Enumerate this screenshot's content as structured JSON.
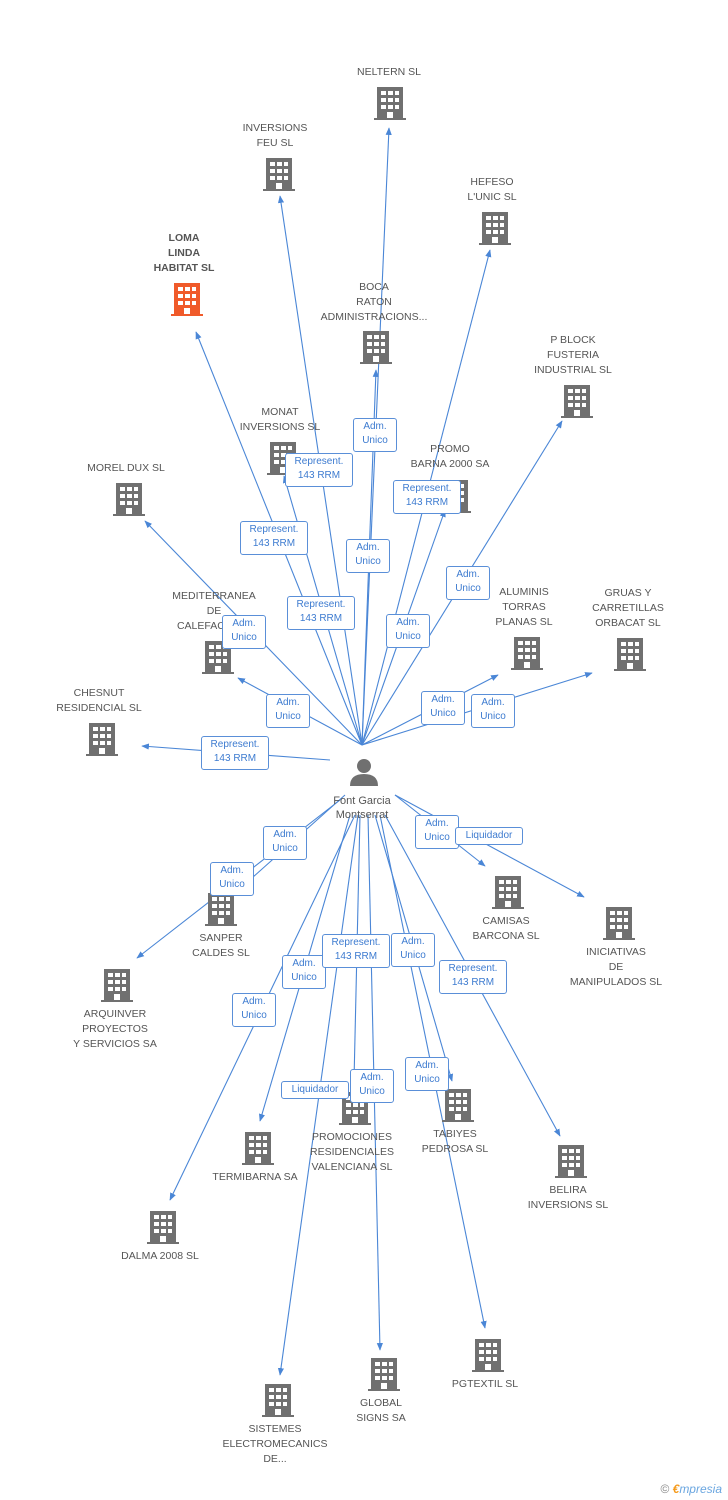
{
  "colors": {
    "edge": "#4a86d6",
    "building": "#707070",
    "highlight": "#f05a2a",
    "person": "#707070"
  },
  "center": {
    "name": "Font Garcia\nMontserrat",
    "icon": "person-icon"
  },
  "nodes": [
    {
      "id": "neltern",
      "label": "NELTERN SL",
      "icon": "building-icon"
    },
    {
      "id": "inversions-feu",
      "label": "INVERSIONS\nFEU SL",
      "icon": "building-icon"
    },
    {
      "id": "hefeso",
      "label": "HEFESO\nL'UNIC SL",
      "icon": "building-icon"
    },
    {
      "id": "loma-linda",
      "label": "LOMA\nLINDA\nHABITAT SL",
      "icon": "building-icon",
      "highlight": true
    },
    {
      "id": "boca-raton",
      "label": "BOCA\nRATON\nADMINISTRACIONS...",
      "icon": "building-icon"
    },
    {
      "id": "p-block",
      "label": "P BLOCK\nFUSTERIA\nINDUSTRIAL SL",
      "icon": "building-icon"
    },
    {
      "id": "monat",
      "label": "MONAT\nINVERSIONS SL",
      "icon": "building-icon"
    },
    {
      "id": "promo-barna",
      "label": "PROMO\nBARNA 2000 SA",
      "icon": "building-icon"
    },
    {
      "id": "morel-dux",
      "label": "MOREL DUX SL",
      "icon": "building-icon"
    },
    {
      "id": "mediterranea",
      "label": "MEDITERRANEA\nDE\nCALEFACCION",
      "icon": "building-icon"
    },
    {
      "id": "aluminis",
      "label": "ALUMINIS\nTORRAS\nPLANAS SL",
      "icon": "building-icon"
    },
    {
      "id": "gruas",
      "label": "GRUAS Y\nCARRETILLAS\nORBACAT SL",
      "icon": "building-icon"
    },
    {
      "id": "chesnut",
      "label": "CHESNUT\nRESIDENCIAL SL",
      "icon": "building-icon"
    },
    {
      "id": "sanper",
      "label": "SANPER\nCALDES SL",
      "icon": "building-icon"
    },
    {
      "id": "camisas",
      "label": "CAMISAS\nBARCONA SL",
      "icon": "building-icon"
    },
    {
      "id": "iniciativas",
      "label": "INICIATIVAS\nDE\nMANIPULADOS SL",
      "icon": "building-icon"
    },
    {
      "id": "arquinver",
      "label": "ARQUINVER\nPROYECTOS\nY SERVICIOS SA",
      "icon": "building-icon"
    },
    {
      "id": "promociones",
      "label": "PROMOCIONES\nRESIDENCIALES\nVALENCIANA SL",
      "icon": "building-icon"
    },
    {
      "id": "tabiyes",
      "label": "TABIYES\nPEDROSA SL",
      "icon": "building-icon"
    },
    {
      "id": "termibarna",
      "label": "TERMIBARNA SA",
      "icon": "building-icon"
    },
    {
      "id": "belira",
      "label": "BELIRA\nINVERSIONS SL",
      "icon": "building-icon"
    },
    {
      "id": "dalma",
      "label": "DALMA 2008 SL",
      "icon": "building-icon"
    },
    {
      "id": "pgtextil",
      "label": "PGTEXTIL SL",
      "icon": "building-icon"
    },
    {
      "id": "global-signs",
      "label": "GLOBAL\nSIGNS SA",
      "icon": "building-icon"
    },
    {
      "id": "sistemes",
      "label": "SISTEMES\nELECTROMECANICS\nDE...",
      "icon": "building-icon"
    }
  ],
  "edge_labels": {
    "adm_unico": "Adm.\nUnico",
    "represent": "Represent.\n143 RRM",
    "liquidador": "Liquidador"
  },
  "footer": {
    "copyright": "©",
    "brand_e": "€",
    "brand_rest": "mpresia"
  }
}
